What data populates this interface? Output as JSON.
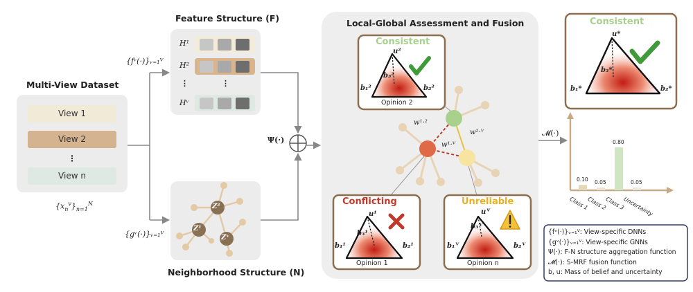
{
  "multiview": {
    "title": "Multi-View Dataset",
    "views": [
      "View 1",
      "View 2",
      "⋮",
      "View n"
    ],
    "data_label": "{x_n^v}_{n=1}^{N}"
  },
  "feature": {
    "title": "Feature Structure (F)",
    "rows": [
      "H¹",
      "H²",
      "⋮",
      "Hᵛ"
    ],
    "func_label": "{fᵛ(·)}ᵥ₌₁ⱽ"
  },
  "neighborhood": {
    "title": "Neighborhood Structure (N)",
    "func_label": "{gᵛ(·)}ᵥ₌₁ⱽ",
    "nodes": [
      "Z²",
      "Z¹",
      "Zᵛ"
    ]
  },
  "fusion": {
    "psi_label": "Ψ(·)",
    "title": "Local-Global Assessment and Fusion",
    "edge_labels": [
      "w¹·²",
      "w¹·ⱽ",
      "w²·ⱽ"
    ]
  },
  "opinions": {
    "consistent": {
      "status": "Consistent",
      "caption": "Opinion 2",
      "u": "u²",
      "b3": "b₃²",
      "b1": "b₁²",
      "b2": "b₂²"
    },
    "conflicting": {
      "status": "Conflicting",
      "caption": "Opinion 1",
      "u": "u¹",
      "b3": "b₃¹",
      "b1": "b₁¹",
      "b2": "b₂¹"
    },
    "unreliable": {
      "status": "Unreliable",
      "caption": "Opinion n",
      "u": "uⱽ",
      "b3": "b₃ⱽ",
      "b1": "b₁ⱽ",
      "b2": "b₂ⱽ"
    },
    "final": {
      "status": "Consistent",
      "u": "u*",
      "b3": "b₃*",
      "b1": "b₁*",
      "b2": "b₂*"
    }
  },
  "m_label": "𝓜(·)",
  "chart_data": {
    "type": "bar",
    "categories": [
      "Class 1",
      "Class 2",
      "Class 3",
      "Uncertainty"
    ],
    "values": [
      0.1,
      0.05,
      0.8,
      0.05
    ],
    "data_labels": [
      "0.10",
      "0.05",
      "0.80",
      "0.05"
    ],
    "colors": [
      "#e3d9b8",
      "#e9e4d6",
      "#cfe5c4",
      "#e7e7e7"
    ]
  },
  "legend": {
    "lines": [
      "{fᵛ(·)}ᵥ₌₁ⱽ: View-specific DNNs",
      "{gᵛ(·)}ᵥ₌₁ⱽ: View-specific GNNs",
      "Ψ(·): F-N structure aggregation function",
      "𝓜(·): S-MRF fusion function",
      "b, u: Mass of belief and uncertainty"
    ]
  },
  "colors": {
    "consistent_green": "#a8d08d",
    "check_green": "#3f9a3a",
    "conflicting_red": "#c0392b",
    "unreliable_yellow": "#e8b020",
    "brown": "#a8876a",
    "node_tan": "#dcbf9a",
    "node_red": "#e06a48",
    "node_green": "#a9d18e",
    "node_yellow": "#f7e4a0"
  }
}
